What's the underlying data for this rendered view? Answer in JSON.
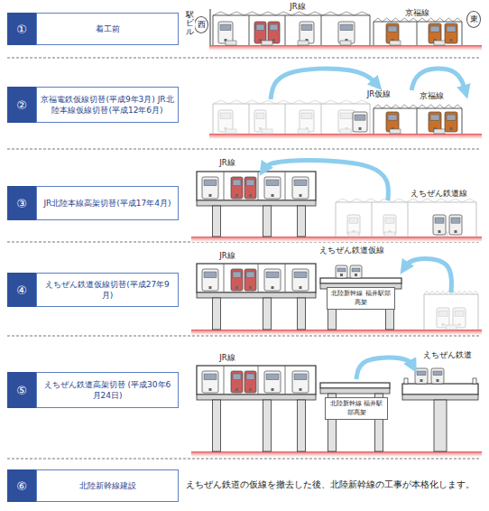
{
  "diagram": {
    "nodes": [
      {
        "text": [
          "①"
        ]
      },
      {
        "text": [
          "着工前"
        ]
      },
      {
        "text": [
          "西"
        ]
      },
      {
        "text": [
          "東"
        ]
      },
      {
        "text": [
          "②"
        ]
      },
      {
        "text": [
          "京福電鉄仮線切替(平成9年3月) JR北陸本線仮線切替(平成12年6月)"
        ]
      },
      {
        "text": [
          "③"
        ]
      },
      {
        "text": [
          "JR北陸本線高架切替(平成17年4月)"
        ]
      },
      {
        "text": [
          "④"
        ]
      },
      {
        "text": [
          "えちぜん鉄道仮線切替(平成27年9月)"
        ]
      },
      {
        "text": [
          "北陸新幹線 福井駅部高架"
        ]
      },
      {
        "text": [
          "⑤"
        ]
      },
      {
        "text": [
          "えちぜん鉄道高架切替 (平成30年6月24日)"
        ]
      },
      {
        "text": [
          "北陸新幹線 福井駅部高架"
        ]
      },
      {
        "text": [
          "⑥"
        ]
      },
      {
        "text": [
          "北陸新幹線建設"
        ]
      }
    ],
    "labels": [
      "駅ビル",
      "JR線",
      "京福線",
      "JR仮線",
      "京福線",
      "JR線",
      "えちぜん鉄道線",
      "JR線",
      "えちぜん鉄道仮線",
      "JR線",
      "えちぜん鉄道",
      "えちぜん鉄道の仮線を撤去した後、北陸新幹線の工事が本格化します。"
    ]
  }
}
